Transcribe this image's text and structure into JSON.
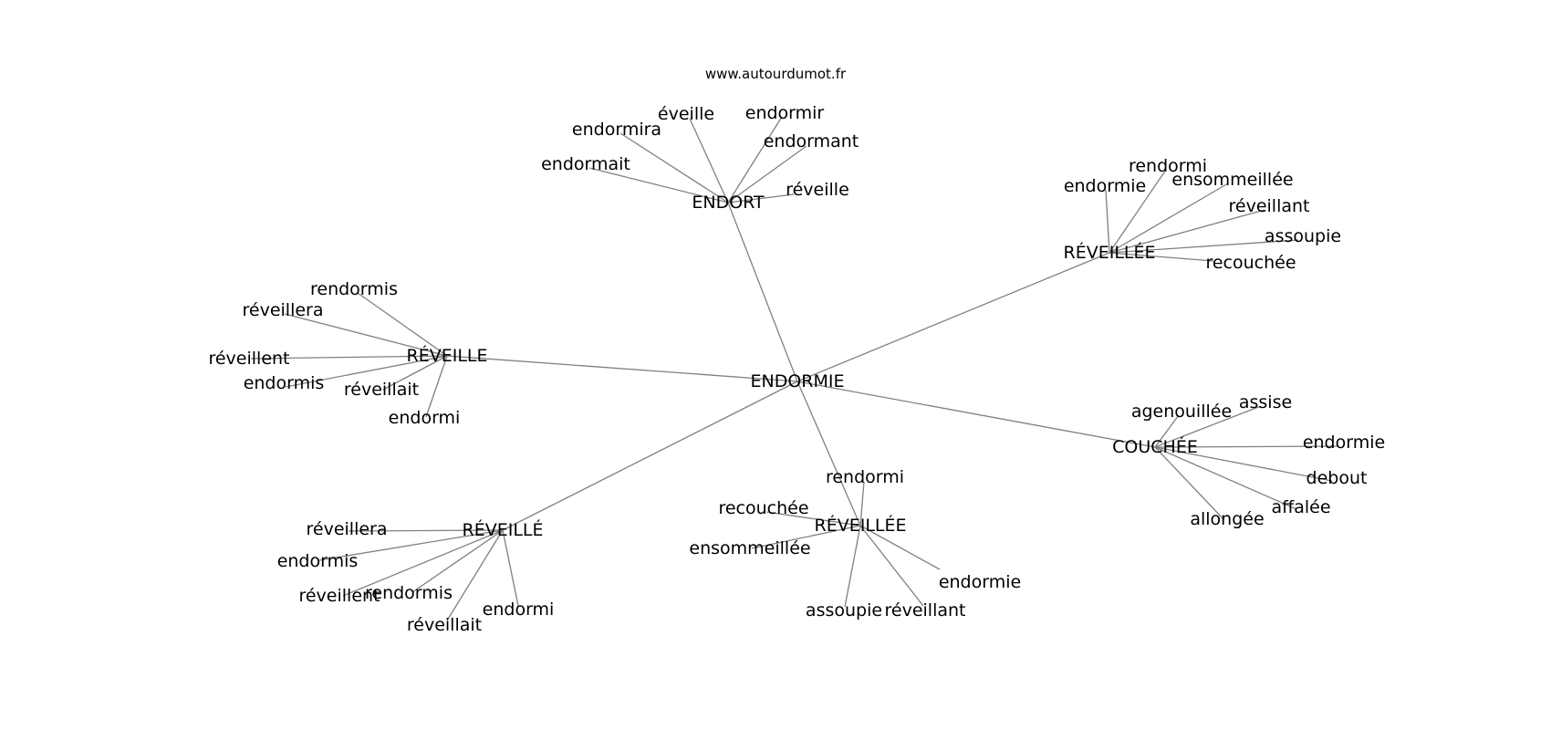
{
  "header": {
    "website": "www.autourdumot.fr"
  },
  "colors": {
    "edge": "#808080",
    "text": "#000000",
    "background": "#ffffff"
  },
  "graph": {
    "center": "ENDORMIE",
    "hubs": [
      {
        "id": "endort",
        "label": "ENDORT",
        "leaves": [
          "éveille",
          "endormir",
          "endormira",
          "endormant",
          "endormait",
          "réveille"
        ]
      },
      {
        "id": "reveillee-top",
        "label": "RÉVEILLÉE",
        "leaves": [
          "rendormi",
          "endormie",
          "ensommeillée",
          "réveillant",
          "assoupie",
          "recouchée"
        ]
      },
      {
        "id": "reveille-left",
        "label": "RÉVEILLE",
        "leaves": [
          "rendormis",
          "réveillera",
          "réveillent",
          "endormis",
          "réveillait",
          "endormi"
        ]
      },
      {
        "id": "couchee",
        "label": "COUCHÉE",
        "leaves": [
          "assise",
          "agenouillée",
          "endormie",
          "debout",
          "affalée",
          "allongée"
        ]
      },
      {
        "id": "reveille-accent",
        "label": "RÉVEILLÉ",
        "leaves": [
          "réveillera",
          "endormis",
          "rendormis",
          "réveillent",
          "endormi",
          "réveillait"
        ]
      },
      {
        "id": "reveillee-bottom",
        "label": "RÉVEILLÉE",
        "leaves": [
          "rendormi",
          "recouchée",
          "ensommeillée",
          "endormie",
          "assoupie",
          "réveillant"
        ]
      }
    ]
  }
}
